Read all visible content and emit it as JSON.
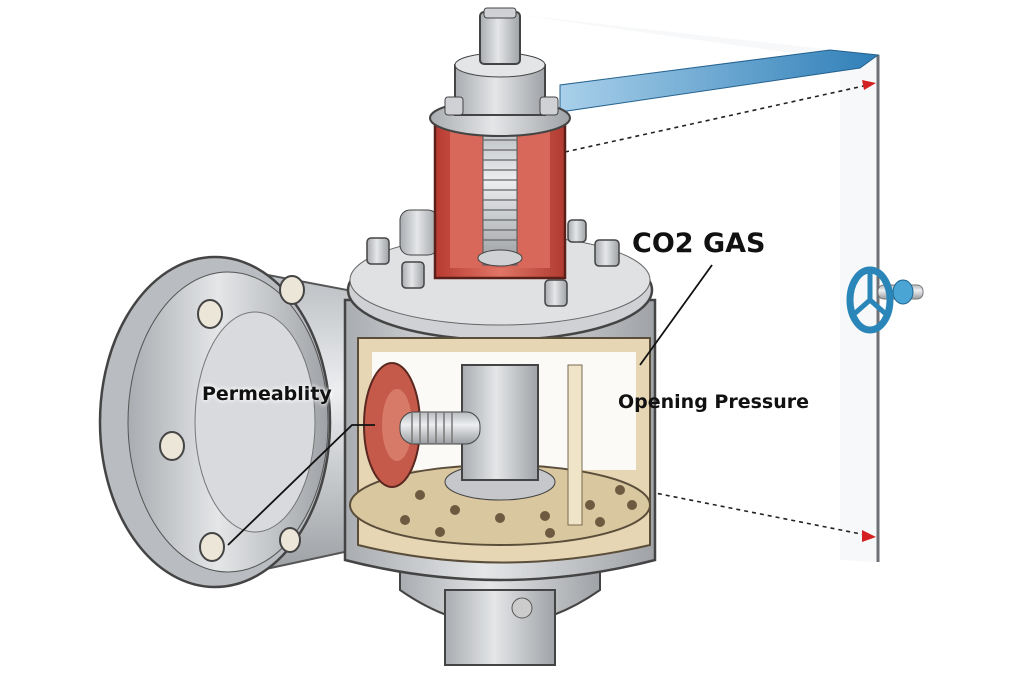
{
  "labels": {
    "gas": "CO2 GAS",
    "opening_pressure": "Opening Pressure",
    "permeability": "Permeablity"
  },
  "colors": {
    "metal": "#c9cbce",
    "bonnet_red": "#c8483c",
    "cutaway_beige": "#e6d6b4",
    "seal_red": "#c65a4a",
    "band_blue": "#3d8fc4",
    "handwheel": "#2a86b8",
    "arrow_red": "#d42020"
  }
}
